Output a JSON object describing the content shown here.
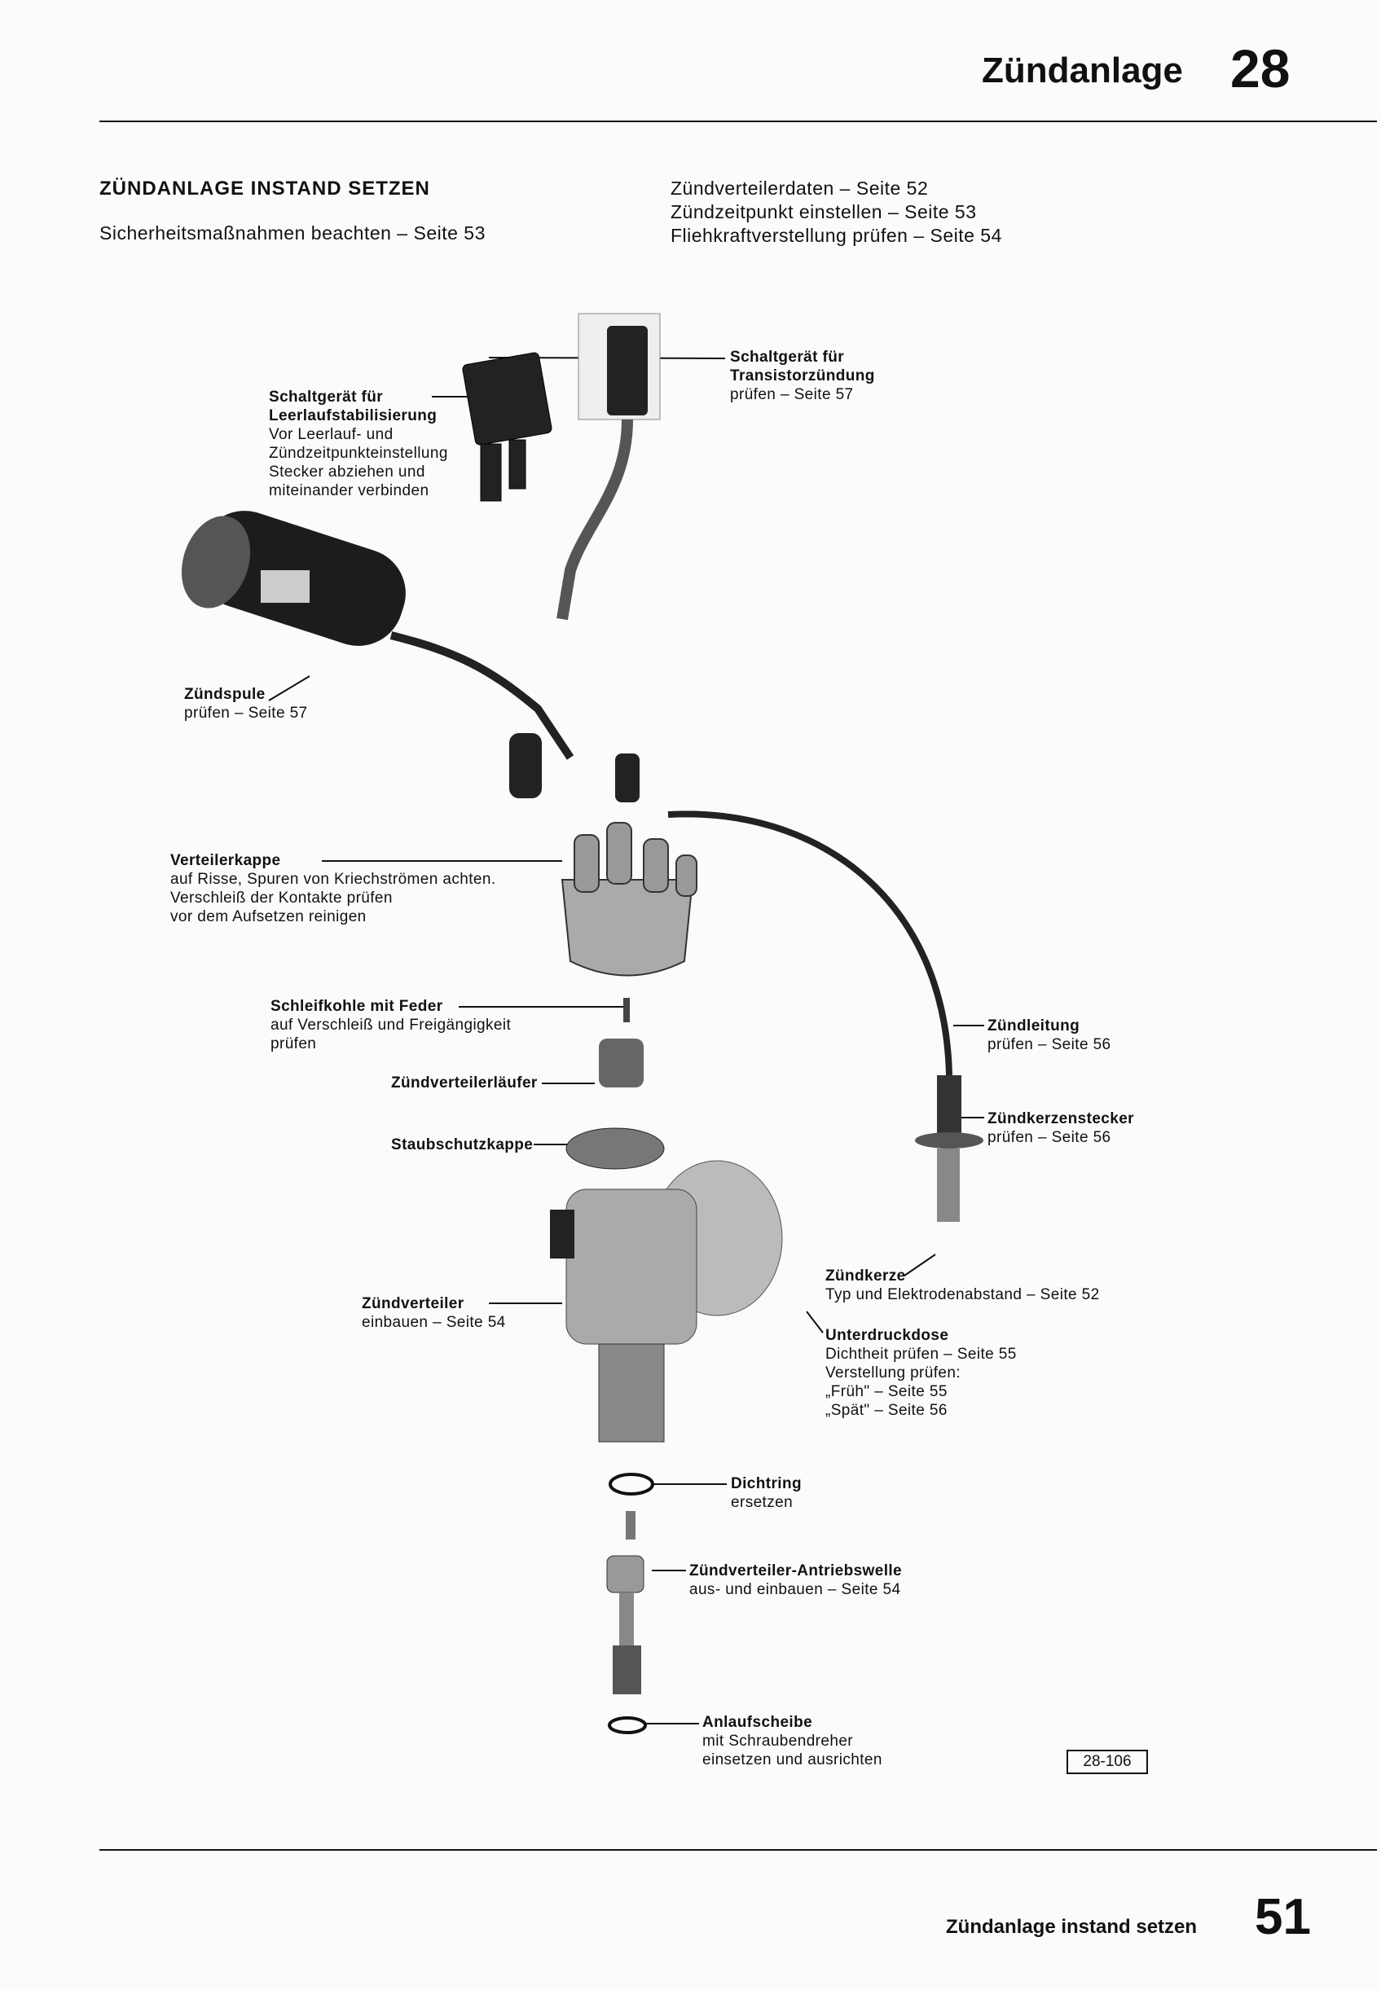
{
  "header": {
    "title": "Zündanlage",
    "chapter": "28"
  },
  "section": {
    "heading": "ZÜNDANLAGE INSTAND SETZEN",
    "note": "Sicherheitsmaßnahmen beachten – Seite 53",
    "references": [
      "Zündverteilerdaten – Seite 52",
      "Zündzeitpunkt einstellen – Seite 53",
      "Fliehkraftverstellung prüfen – Seite 54"
    ]
  },
  "labels": {
    "leerlauf": {
      "title": [
        "Schaltgerät für",
        "Leerlaufstabilisierung"
      ],
      "lines": [
        "Vor Leerlauf- und",
        "Zündzeitpunkteinstellung",
        "Stecker abziehen und",
        "miteinander verbinden"
      ]
    },
    "transistor": {
      "title": [
        "Schaltgerät für",
        "Transistorzündung"
      ],
      "lines": [
        "prüfen – Seite 57"
      ]
    },
    "zuendspule": {
      "title": [
        "Zündspule"
      ],
      "lines": [
        "prüfen – Seite 57"
      ]
    },
    "verteilerkappe": {
      "title": [
        "Verteilerkappe"
      ],
      "lines": [
        "auf Risse, Spuren von Kriechströmen achten.",
        "Verschleiß der Kontakte prüfen",
        "vor dem Aufsetzen reinigen"
      ]
    },
    "schleifkohle": {
      "title": [
        "Schleifkohle mit Feder"
      ],
      "lines": [
        "auf Verschleiß und Freigängigkeit",
        "prüfen"
      ]
    },
    "laeufer": {
      "title": [
        "Zündverteilerläufer"
      ]
    },
    "staubschutz": {
      "title": [
        "Staubschutzkappe"
      ]
    },
    "zuendleitung": {
      "title": [
        "Zündleitung"
      ],
      "lines": [
        "prüfen – Seite 56"
      ]
    },
    "kerzenstecker": {
      "title": [
        "Zündkerzenstecker"
      ],
      "lines": [
        "prüfen – Seite 56"
      ]
    },
    "zuendkerze": {
      "title": [
        "Zündkerze"
      ],
      "lines": [
        "Typ und Elektrodenabstand – Seite 52"
      ]
    },
    "unterdruckdose": {
      "title": [
        "Unterdruckdose"
      ],
      "lines": [
        "Dichtheit prüfen – Seite 55",
        "Verstellung prüfen:",
        "„Früh\"  – Seite 55",
        "„Spät\"  – Seite 56"
      ]
    },
    "zuendverteiler": {
      "title": [
        "Zündverteiler"
      ],
      "lines": [
        "einbauen – Seite 54"
      ]
    },
    "dichtring": {
      "title": [
        "Dichtring"
      ],
      "lines": [
        "ersetzen"
      ]
    },
    "antriebswelle": {
      "title": [
        "Zündverteiler-Antriebswelle"
      ],
      "lines": [
        "aus- und einbauen – Seite 54"
      ]
    },
    "anlaufscheibe": {
      "title": [
        "Anlaufscheibe"
      ],
      "lines": [
        "mit Schraubendreher",
        "einsetzen und ausrichten"
      ]
    }
  },
  "figure_number": "28-106",
  "footer": {
    "title": "Zündanlage instand setzen",
    "page": "51"
  }
}
